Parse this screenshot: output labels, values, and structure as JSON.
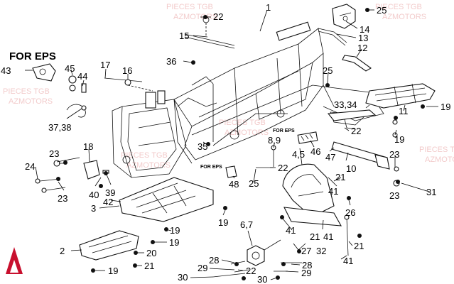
{
  "watermarks": [
    {
      "text": "PIECES TGB"
    },
    {
      "text": "AZMOTORS"
    },
    {
      "text": "PIECES TGB"
    },
    {
      "text": "AZMOTORS"
    },
    {
      "text": "PIECES TGB"
    },
    {
      "text": "AZMOTORS"
    },
    {
      "text": "PIECES TGB"
    },
    {
      "text": "AZMOTORS"
    },
    {
      "text": "PIECES TGB"
    },
    {
      "text": "AZMOTORS"
    },
    {
      "text": "PIECES TGB"
    },
    {
      "text": "AZMOTORS"
    }
  ],
  "eps_notes": {
    "main": "FOR EPS",
    "small_a": "FOR EPS",
    "small_b": "FOR EPS"
  },
  "callouts": [
    "1",
    "22",
    "25",
    "14",
    "15",
    "13",
    "12",
    "43",
    "45",
    "44",
    "17",
    "16",
    "36",
    "25",
    "33,34",
    "19",
    "11",
    "37,38",
    "22",
    "19",
    "35",
    "8,9",
    "46",
    "47",
    "10",
    "4,5",
    "23",
    "18",
    "23",
    "24",
    "23",
    "40",
    "39",
    "42",
    "3",
    "22",
    "48",
    "25",
    "21",
    "41",
    "26",
    "23",
    "31",
    "19",
    "19",
    "6,7",
    "41",
    "21",
    "41",
    "27",
    "32",
    "21",
    "41",
    "2",
    "20",
    "19",
    "21",
    "19",
    "28",
    "22",
    "29",
    "30",
    "28",
    "29",
    "30"
  ],
  "logo": {
    "color": "#c8102e",
    "name": "azmotors-logo"
  }
}
